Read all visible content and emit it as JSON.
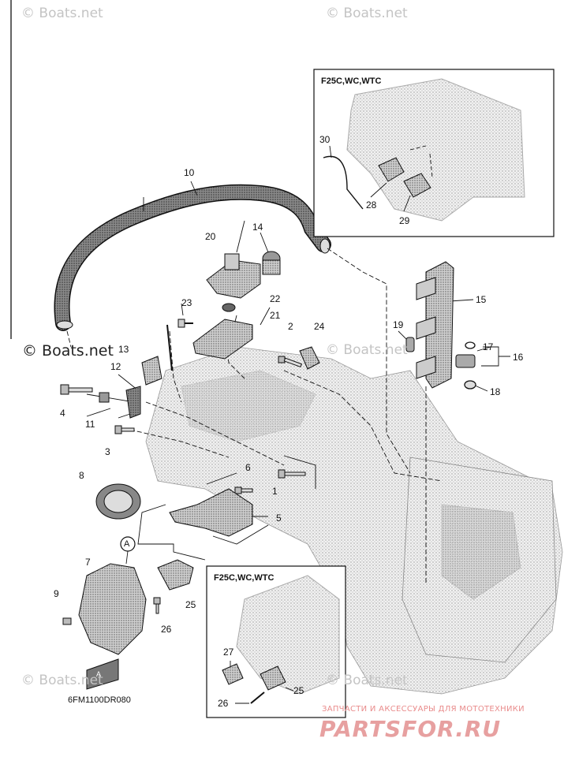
{
  "watermarks": {
    "top_left": "© Boats.net",
    "top_right": "© Boats.net",
    "mid_left": "© Boats.net",
    "mid_right": "© Boats.net",
    "bottom_left": "© Boats.net",
    "bottom_right": "© Boats.net"
  },
  "insets": {
    "upper_title": "F25C,WC,WTC",
    "lower_title": "F25C,WC,WTC"
  },
  "diagram_code": "6FM1100DR080",
  "callout_A": "A",
  "badge_text": "A",
  "brand": {
    "subtitle": "ЗАПЧАСТИ И АКСЕССУАРЫ ДЛЯ МОТОТЕХНИКИ",
    "name": "PARTSFOR.RU"
  },
  "callouts": {
    "n1": "1",
    "n2": "2",
    "n3": "3",
    "n4": "4",
    "n5": "5",
    "n6": "6",
    "n7": "7",
    "n8": "8",
    "n9": "9",
    "n10": "10",
    "n11": "11",
    "n12": "12",
    "n13": "13",
    "n14": "14",
    "n15": "15",
    "n16": "16",
    "n17": "17",
    "n18": "18",
    "n19": "19",
    "n20": "20",
    "n21": "21",
    "n22": "22",
    "n23": "23",
    "n24": "24",
    "n25a": "25",
    "n25b": "25",
    "n26a": "26",
    "n26b": "26",
    "n27": "27",
    "n28": "28",
    "n29": "29",
    "n30": "30"
  },
  "colors": {
    "line": "#111111",
    "engine_fill": "#e9e9e9",
    "part_fill": "#b9b9b9",
    "watermark": "#c4c4c4",
    "brand": "#e7a0a0"
  }
}
